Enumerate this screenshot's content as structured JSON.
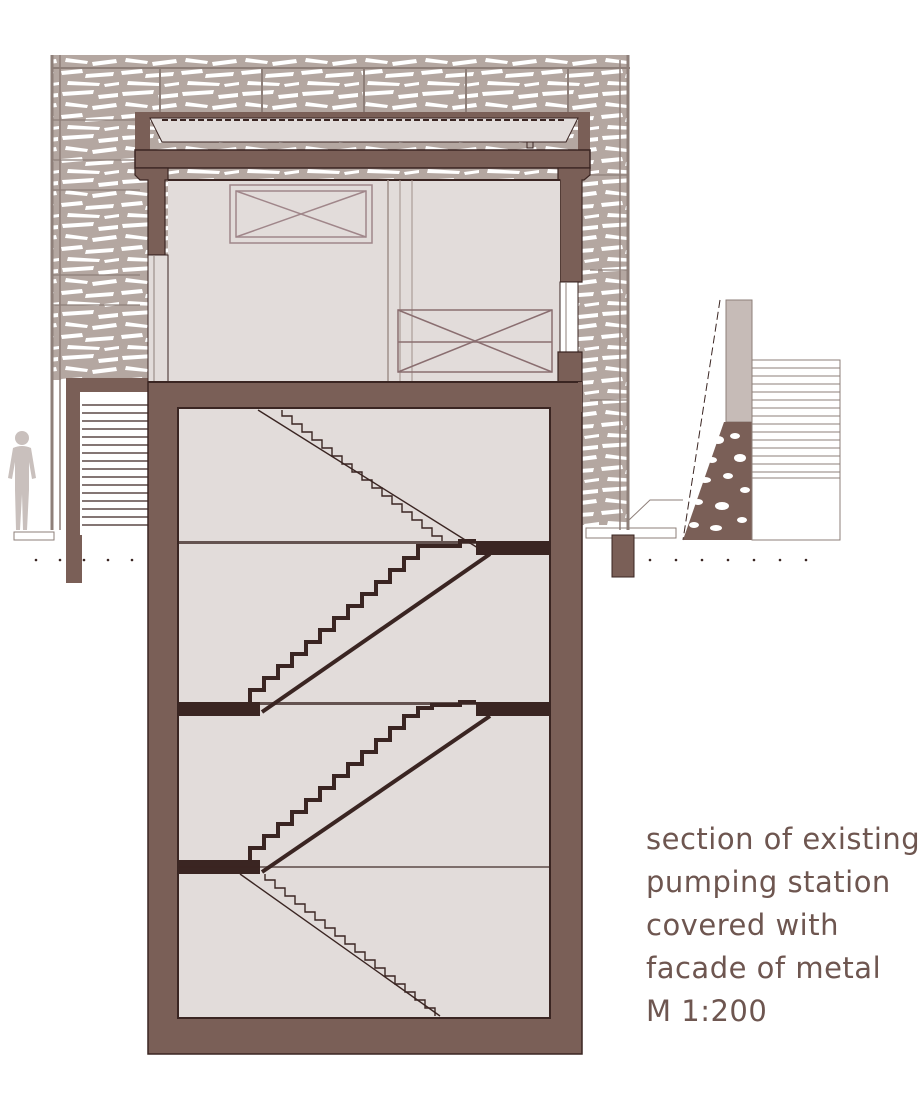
{
  "caption": {
    "lines": [
      "section of existing",
      "pumping station",
      "covered with",
      "facade of metal",
      "M 1:200"
    ]
  },
  "colors": {
    "cut": "#7a5f57",
    "interior": "#e2dcda",
    "facade_stone": "#b4a7a1",
    "facade_strips": "#ffffff",
    "frame": "#8e7f79",
    "line": "#3a2522",
    "text": "#6e5650"
  },
  "icons": [
    "human-figure-icon",
    "stone-wall-icon",
    "stair-icon",
    "window-cross-icon"
  ]
}
